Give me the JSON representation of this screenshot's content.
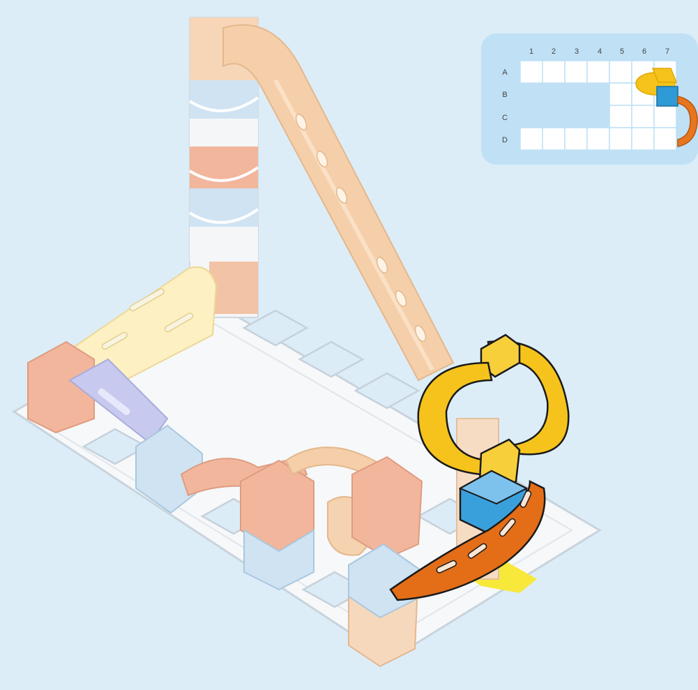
{
  "scene": {
    "description_free": true
  },
  "layout_map": {
    "column_labels": [
      "1",
      "2",
      "3",
      "4",
      "5",
      "6",
      "7"
    ],
    "row_labels": [
      "A",
      "B",
      "C",
      "D"
    ],
    "colors": {
      "panel": "#bfe0f5",
      "cell": "#ffffff",
      "yellow_piece": "#f5c31b",
      "blue_piece": "#2e9ad6",
      "orange_piece": "#e8761e"
    }
  },
  "palette": {
    "background": "#dcedf8",
    "base_tile": "#f6f8fa",
    "base_outline": "#c9d3dc",
    "tower_peach": "#f7d6b8",
    "tower_salmon": "#f2b69c",
    "tower_blue": "#cfe3f3",
    "chute_yellow": "#fdf0c2",
    "chute_purple": "#c7c9ee",
    "ramp_peach": "#f5cfa9",
    "loop_yellow": "#f5c31b",
    "connector_blue": "#3aa0dc",
    "curve_orange": "#e46d17",
    "floor_marker": "#f8e83a"
  }
}
